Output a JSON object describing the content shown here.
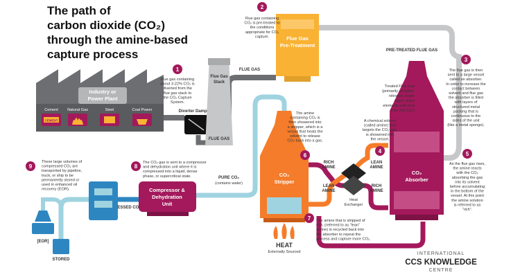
{
  "title": [
    "The path of",
    "carbon dioxide (CO₂)",
    "through the amine-based",
    "capture process"
  ],
  "logo": [
    "INTERNATIONAL",
    "CCS KNOWLEDGE",
    "CENTRE"
  ],
  "labels": {
    "plant": [
      "Industry or",
      "Power Plant"
    ],
    "cement": "Cement",
    "cement_sign": "CEMENT",
    "natural_gas": "Natural Gas",
    "steel": "Steel",
    "coal_power": "Coal Power",
    "stack": [
      "Flue Gas",
      "Stack"
    ],
    "pretreatment": [
      "Flue Gas",
      "Pre-Treatment"
    ],
    "absorber": [
      "CO₂",
      "Absorber"
    ],
    "stripper": [
      "CO₂",
      "Stripper"
    ],
    "compressor": [
      "Compressor &",
      "Dehydration",
      "Unit"
    ],
    "diverter": "Diverter Damper",
    "flue_gas_1": "FLUE GAS",
    "flue_gas_2": "FLUE GAS",
    "pretreated": "PRE-TREATED FLUE GAS",
    "rich_amine_1": [
      "RICH",
      "AMINE"
    ],
    "lean_amine_1": [
      "LEAN",
      "AMINE"
    ],
    "lean_amine_2": [
      "LEAN",
      "AMINE"
    ],
    "rich_amine_2": [
      "RICH",
      "AMINE"
    ],
    "heat_exchanger": [
      "Heat",
      "Exchanger"
    ],
    "pure_co2": [
      "PURE CO₂",
      "(contains water)"
    ],
    "compressed_co2": "COMPRESSED CO₂",
    "heat": "HEAT",
    "heat_source": "Externally Sourced",
    "eor": "[EOR]",
    "stored": "STORED"
  },
  "steps": [
    {
      "n": "1",
      "text": [
        "Flue gas containing",
        "about 3-22% CO₂ is",
        "diverted from the",
        "flue gas stack to",
        "the CO₂ Capture",
        "System."
      ]
    },
    {
      "n": "2",
      "text": [
        "Flue gas containing",
        "CO₂ is pre-treated to",
        "the conditions",
        "appropriate for CO₂",
        "capture."
      ]
    },
    {
      "n": "3",
      "text": [
        "The flue gas is then",
        "sent to a large vessel",
        "called an absorber.",
        "In order to increase the",
        "contact between",
        "solvent and flue gas",
        "the absorber is filled",
        "with layers of",
        "structured metal",
        "packing that is",
        "continuous to the",
        "sides of the unit",
        "(like a metal sponge)."
      ]
    },
    {
      "n": "4",
      "text": [
        "A chemical solvent",
        "(called amine) that",
        "targets the CO₂ gas,",
        "is showered into",
        "the vessel."
      ]
    },
    {
      "n": "5",
      "text": [
        "As the flue gas rises,",
        "the amine reacts",
        "with the CO₂",
        "absorbing the gas",
        "into its solvent",
        "before accumulating",
        "in the bottom of the",
        "vessel. At this point",
        "the amine solution",
        "is referred to as",
        "“rich”."
      ]
    },
    {
      "n": "6",
      "text": [
        "The amine",
        "containing CO₂ is",
        "then showered into",
        "a stripper, which is a",
        "vessel that heats the",
        "solvent to release",
        "CO₂ back into a gas."
      ]
    },
    {
      "n": "7",
      "text": [
        "The amine that is stripped of",
        "CO₂ (referred to as “lean”",
        "amine) is recycled back into",
        "the absorber to repeat the",
        "process and capture more CO₂."
      ]
    },
    {
      "n": "8",
      "text": [
        "The CO₂ gas is sent to a compressor",
        "and dehydration unit where it is",
        "compressed into a liquid, dense",
        "phase, or supercritical state."
      ]
    },
    {
      "n": "9",
      "text": [
        "These large volumes of",
        "compressed CO₂ are",
        "transported by pipeline,",
        "truck, or ship to be",
        "permanently stored or",
        "used in enhanced oil",
        "recovery (EOR)."
      ]
    }
  ],
  "treated_gas": [
    "Treated Flue Gas",
    "(primarily contains:",
    "nitrogen, water",
    "vapor, trace",
    "elements with less",
    "than 2% CO₂)"
  ],
  "colors": {
    "magenta": "#a3195b",
    "orange": "#f57c2a",
    "yellow": "#f9b233",
    "gray": "#6d6e71",
    "lightblue": "#9fd3e0",
    "blue": "#2e86c1",
    "stack": "#c6c7c9"
  }
}
